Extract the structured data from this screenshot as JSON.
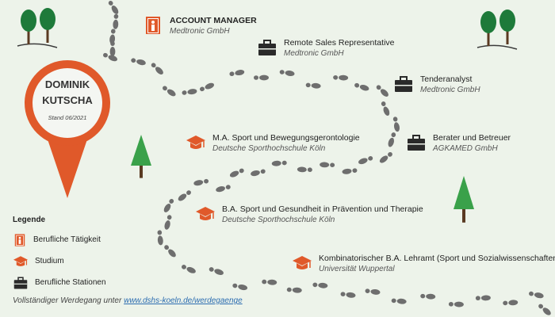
{
  "profile": {
    "name_line1": "DOMINIK",
    "name_line2": "KUTSCHA",
    "date": "Stand 06/2021"
  },
  "entries": [
    {
      "type": "job-current",
      "icon": "door-person-icon",
      "title": "ACCOUNT MANAGER",
      "org": "Medtronic GmbH"
    },
    {
      "type": "station",
      "icon": "briefcase-icon",
      "title": "Remote Sales Representative",
      "org": "Medtronic GmbH"
    },
    {
      "type": "station",
      "icon": "briefcase-icon",
      "title": "Tenderanalyst",
      "org": "Medtronic GmbH"
    },
    {
      "type": "study",
      "icon": "graduation-cap-icon",
      "title": "M.A. Sport und Bewegungsgerontologie",
      "org": "Deutsche Sporthochschule Köln"
    },
    {
      "type": "station",
      "icon": "briefcase-icon",
      "title": "Berater und Betreuer",
      "org": "AGKAMED GmbH"
    },
    {
      "type": "study",
      "icon": "graduation-cap-icon",
      "title": "B.A. Sport und Gesundheit in Prävention und Therapie",
      "org": "Deutsche Sporthochschule Köln"
    },
    {
      "type": "study",
      "icon": "graduation-cap-icon",
      "title": "Kombinatorischer B.A. Lehramt (Sport und Sozialwissenschaften)",
      "org": "Universität Wuppertal"
    }
  ],
  "legend": {
    "title": "Legende",
    "items": [
      {
        "icon": "door-person-icon",
        "label": "Berufliche Tätigkeit"
      },
      {
        "icon": "graduation-cap-icon",
        "label": "Studium"
      },
      {
        "icon": "briefcase-icon",
        "label": "Berufliche Stationen"
      }
    ]
  },
  "footer": {
    "text": "Vollständiger Werdegang unter ",
    "link": "www.dshs-koeln.de/werdegaenge"
  },
  "colors": {
    "background": "#edf3ea",
    "accent_orange": "#e0592a",
    "footprint_gray": "#6e6e6e",
    "tree_green": "#3aa14a",
    "tree_dark": "#1e7a3a",
    "trunk": "#5a3a22"
  }
}
